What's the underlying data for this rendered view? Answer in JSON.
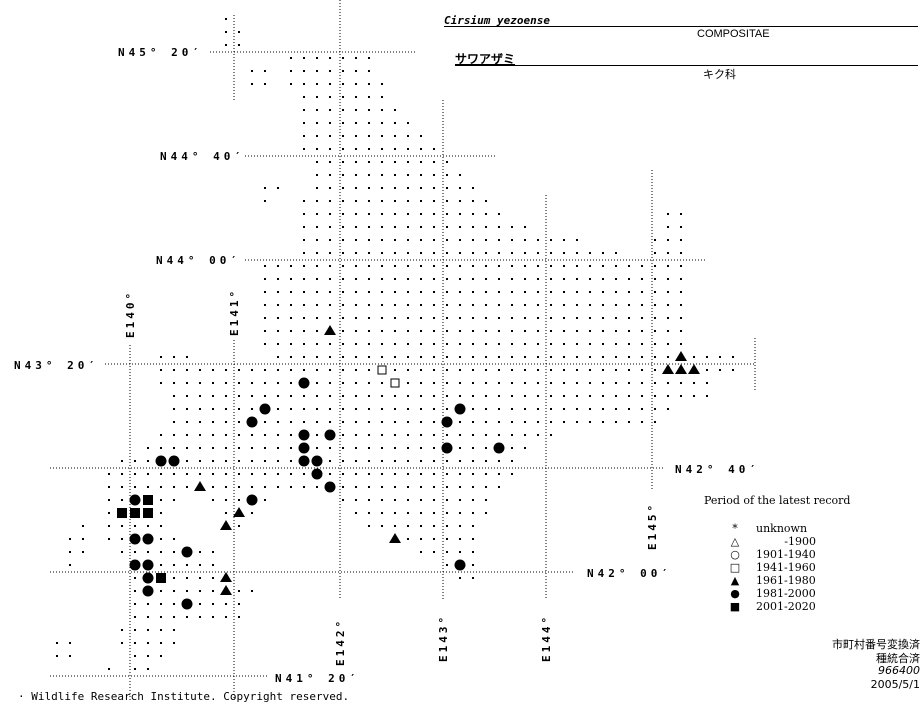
{
  "header": {
    "scientific_name": "Cirsium yezoense",
    "family_latin": "COMPOSITAE",
    "japanese_name": "サワアザミ",
    "family_japanese": "キク科"
  },
  "grid_labels": {
    "lat": [
      "N45° 20′",
      "N44° 40′",
      "N44° 00′",
      "N43° 20′",
      "N42° 40′",
      "N42° 00′",
      "N41° 20′"
    ],
    "lon": [
      "E140°",
      "E141°",
      "E142°",
      "E143°",
      "E144°",
      "E145°"
    ]
  },
  "legend": {
    "title": "Period of the latest record",
    "items": [
      {
        "key": "unknown",
        "symbol": "asterisk",
        "glyph": "*",
        "label": "unknown"
      },
      {
        "key": "p1900",
        "symbol": "open-triangle",
        "glyph": "△",
        "label": "-1900"
      },
      {
        "key": "p1940",
        "symbol": "open-circle",
        "glyph": "○",
        "label": "1901-1940"
      },
      {
        "key": "p1960",
        "symbol": "open-square",
        "glyph": "□",
        "label": "1941-1960"
      },
      {
        "key": "p1980",
        "symbol": "filled-triangle",
        "glyph": "▲",
        "label": "1961-1980"
      },
      {
        "key": "p2000",
        "symbol": "filled-circle",
        "glyph": "●",
        "label": "1981-2000"
      },
      {
        "key": "p2020",
        "symbol": "filled-square",
        "glyph": "■",
        "label": "2001-2020"
      }
    ]
  },
  "notes": {
    "line1": "市町村番号変換済",
    "line2": "種統合済",
    "code": "966400",
    "date": "2005/5/1"
  },
  "footer": "· Wildlife Research Institute. Copyright reserved.",
  "colors": {
    "ink": "#000000",
    "background": "#ffffff"
  }
}
